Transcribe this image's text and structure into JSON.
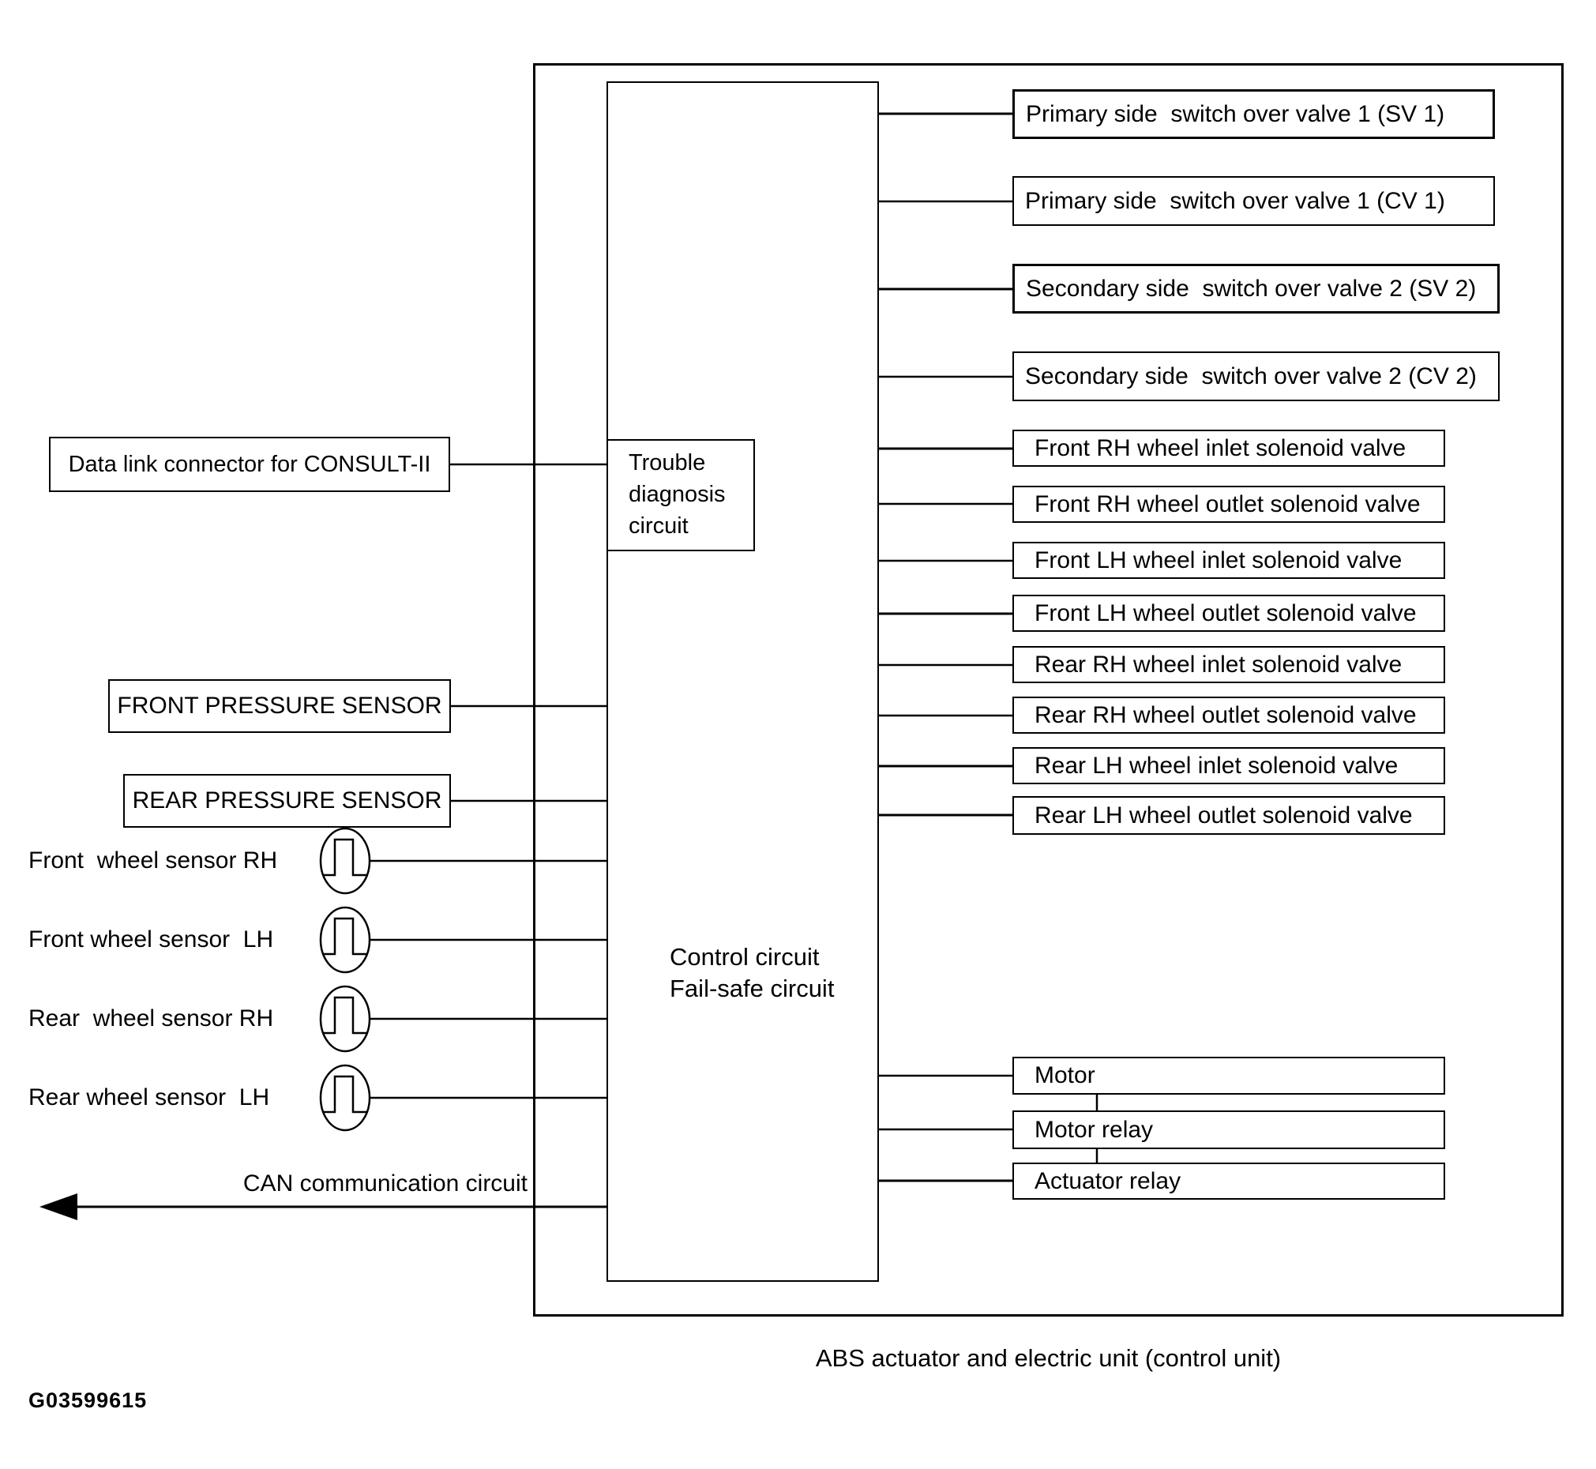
{
  "figure": {
    "caption": "ABS actuator and electric unit (control unit)",
    "figure_code": "G03599615"
  },
  "control_unit": {
    "control_circuit_label": "Control circuit\nFail-safe circuit",
    "trouble_diagnosis_label": "Trouble\ndiagnosis\ncircuit"
  },
  "left_inputs": {
    "data_link": "Data link connector for CONSULT-II",
    "front_pressure_sensor": "FRONT PRESSURE SENSOR",
    "rear_pressure_sensor": "REAR PRESSURE SENSOR",
    "wheel_sensors": [
      "Front  wheel sensor RH",
      "Front wheel sensor  LH",
      "Rear  wheel sensor RH",
      "Rear wheel sensor  LH"
    ],
    "can_circuit": "CAN communication circuit"
  },
  "right_outputs": [
    "Primary side  switch over valve 1 (SV 1)",
    "Primary side  switch over valve 1 (CV 1)",
    "Secondary side  switch over valve 2 (SV 2)",
    "Secondary side  switch over valve 2 (CV 2)",
    "Front RH wheel inlet solenoid valve",
    "Front RH wheel outlet solenoid valve",
    "Front LH wheel inlet solenoid valve",
    "Front LH wheel outlet solenoid valve",
    "Rear RH wheel inlet solenoid valve",
    "Rear RH wheel outlet solenoid valve",
    "Rear LH wheel inlet solenoid valve",
    "Rear LH wheel outlet solenoid valve",
    "Motor",
    "Motor relay",
    "Actuator relay"
  ],
  "colors": {
    "line": "#000000",
    "background": "#ffffff"
  }
}
